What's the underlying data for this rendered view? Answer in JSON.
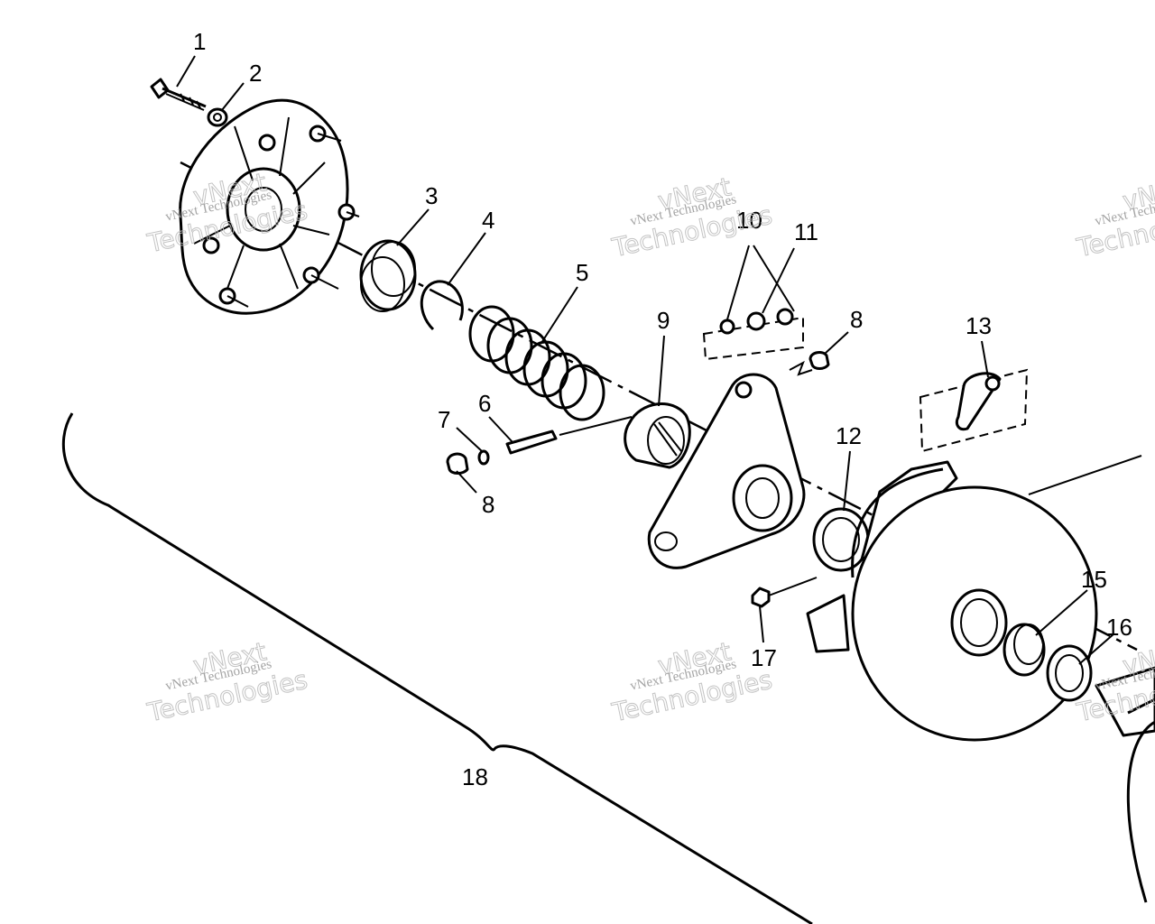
{
  "watermarks": [
    {
      "line1": "vNext",
      "line2": "vNext Technologies",
      "line3": "Technologies"
    },
    {
      "line1": "vNext",
      "line2": "vNext Technologies",
      "line3": "Technologies"
    },
    {
      "line1": "vNext",
      "line2": "vNext Technologies",
      "line3": "Technologies"
    },
    {
      "line1": "vNext",
      "line2": "vNext Technologies",
      "line3": "Technologies"
    },
    {
      "line1": "vNext",
      "line2": "vNext Technologies",
      "line3": "Technologies"
    },
    {
      "line1": "vNext",
      "line2": "vNext Technologies",
      "line3": "Technologies"
    }
  ],
  "callouts": [
    "1",
    "2",
    "3",
    "4",
    "5",
    "6",
    "7",
    "8",
    "9",
    "10",
    "11",
    "8",
    "13",
    "12",
    "15",
    "16",
    "17",
    "18"
  ]
}
